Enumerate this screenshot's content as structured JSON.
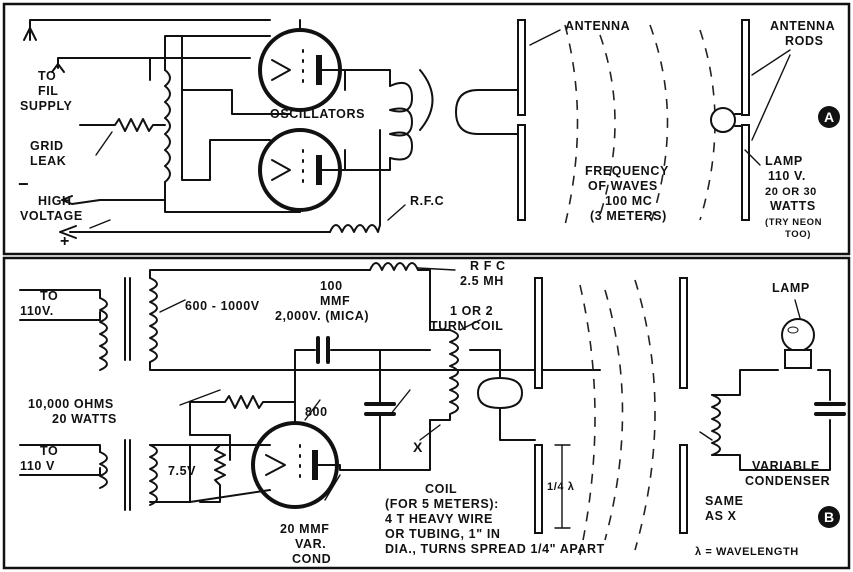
{
  "panel_a": {
    "labels": {
      "fil_supply_1": "TO",
      "fil_supply_2": "FIL",
      "fil_supply_3": "SUPPLY",
      "grid_leak_1": "GRID",
      "grid_leak_2": "LEAK",
      "minus": "−",
      "high_voltage_1": "HIGH",
      "high_voltage_2": "VOLTAGE",
      "plus": "+",
      "oscillators": "OSCILLATORS",
      "rfc": "R.F.C",
      "antenna": "ANTENNA",
      "freq_1": "FREQUENCY",
      "freq_2": "OF WAVES",
      "freq_3": "100 MC",
      "freq_4": "(3 METERS)",
      "antenna_rods_1": "ANTENNA",
      "antenna_rods_2": "RODS",
      "lamp_1": "LAMP",
      "lamp_2": "110 V.",
      "lamp_3": "20 OR 30",
      "lamp_4": "WATTS",
      "lamp_5": "(TRY NEON",
      "lamp_6": "TOO)"
    },
    "badge": "A"
  },
  "panel_b": {
    "labels": {
      "to110_top_1": "TO",
      "to110_top_2": "110V.",
      "hv": "600 - 1000V",
      "mmf_1": "100",
      "mmf_2": "MMF",
      "mmf_3": "2,000V. (MICA)",
      "rfc_1": "R F C",
      "rfc_2": "2.5 MH",
      "turn_1": "1 OR 2",
      "turn_2": "TURN COIL",
      "ohms_1": "10,000 OHMS",
      "ohms_2": "20 WATTS",
      "tube": "800",
      "to110_bot_1": "TO",
      "to110_bot_2": "110 V",
      "v75": "7.5V",
      "x": "X",
      "coil_1": "COIL",
      "coil_2": "(FOR 5 METERS):",
      "coil_3": "4 T HEAVY WIRE",
      "coil_4": "OR TUBING, 1\" IN",
      "coil_5": "DIA., TURNS SPREAD 1/4\" APART",
      "quarter": "1/4 λ",
      "var_1": "20 MMF",
      "var_2": "VAR.",
      "var_3": "COND",
      "lamp": "LAMP",
      "vc_1": "VARIABLE",
      "vc_2": "CONDENSER",
      "same_1": "SAME",
      "same_2": "AS X",
      "lambda": "λ = WAVELENGTH"
    },
    "badge": "B"
  }
}
